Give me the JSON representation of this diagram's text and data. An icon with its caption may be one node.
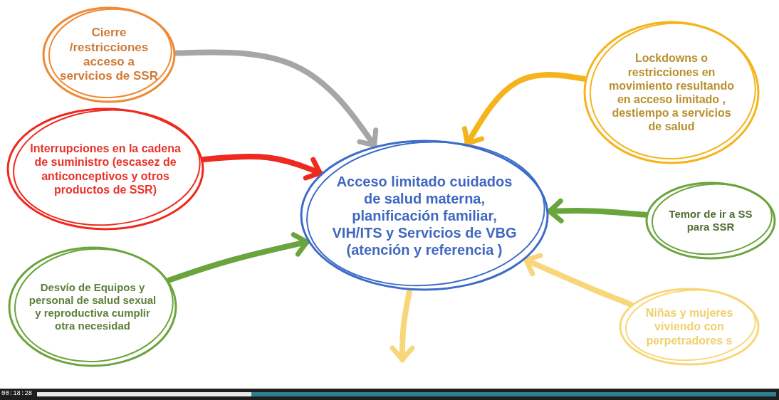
{
  "diagram": {
    "nodes": [
      {
        "text": [
          "Acceso limitado cuidados de salud materna, planificación familiar, VIH/ITS y Servicios de VBG (atención y referencia )"
        ]
      },
      {
        "text": [
          "Cierre /restricciones acceso a servicios de SSR"
        ]
      },
      {
        "text": [
          "Interrupciones en la cadena de suministro (escasez de anticonceptivos y otros productos de SSR)"
        ]
      },
      {
        "text": [
          "Desvío de Equipos y personal de salud sexual y reproductiva cumplir otra necesidad"
        ]
      },
      {
        "text": [
          "Lockdowns o restricciones en movimiento resultando en acceso limitado , destiempo a servicios de salud"
        ]
      },
      {
        "text": [
          "Temor de ir a SS para SSR"
        ]
      },
      {
        "text": [
          "Niñas y mujeres viviendo con perpetradores s"
        ]
      }
    ],
    "edges": [
      {
        "from": 1,
        "to": 0,
        "arrow": "to",
        "color": "#a6a6a6"
      },
      {
        "from": 2,
        "to": 0,
        "arrow": "to",
        "color": "#ee2a1e"
      },
      {
        "from": 3,
        "to": 0,
        "arrow": "to",
        "color": "#6aa43c"
      },
      {
        "from": 4,
        "to": 0,
        "arrow": "to",
        "color": "#f5b41c"
      },
      {
        "from": 5,
        "to": 0,
        "arrow": "to",
        "color": "#6aa43c"
      },
      {
        "from": 6,
        "to": 0,
        "arrow": "to",
        "color": "#f8d77a"
      },
      {
        "from": 0,
        "to": null,
        "arrow": "to",
        "color": "#f8d77a"
      }
    ],
    "labels": [
      "00:18:28"
    ]
  }
}
